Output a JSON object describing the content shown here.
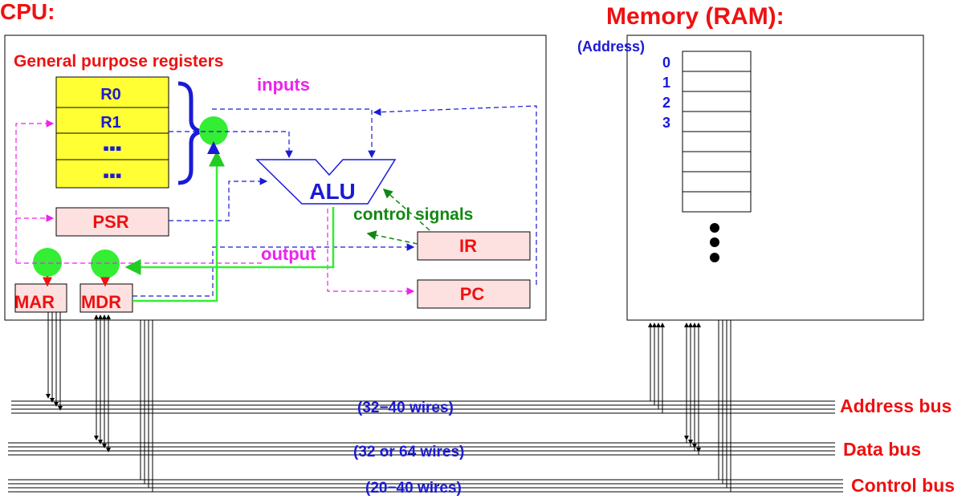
{
  "cpu": {
    "title": "CPU:",
    "gpr_label": "General purpose registers",
    "registers": [
      "R0",
      "R1",
      "▪▪▪",
      "▪▪▪"
    ],
    "inputs_label": "inputs",
    "output_label": "output",
    "alu_label": "ALU",
    "control_signals_label": "control signals",
    "psr_label": "PSR",
    "ir_label": "IR",
    "pc_label": "PC",
    "mar_label": "MAR",
    "mdr_label": "MDR"
  },
  "memory": {
    "title": "Memory (RAM):",
    "address_label": "(Address)",
    "addresses": [
      "0",
      "1",
      "2",
      "3"
    ],
    "cell_count": 8,
    "more_indicator": "ellipsis-dots"
  },
  "buses": [
    {
      "name": "Address bus",
      "wires": "(32−40 wires)"
    },
    {
      "name": "Data bus",
      "wires": "(32 or 64 wires)"
    },
    {
      "name": "Control bus",
      "wires": "(20−40 wires)"
    }
  ],
  "colors": {
    "title": "#ee1111",
    "register_fill": "#ffff33",
    "special_register_fill": "#fde0e0",
    "label_blue": "#1a1ad6",
    "data_path_green": "#33ee33",
    "signal_magenta": "#ee22ee",
    "control_green": "#118811"
  }
}
